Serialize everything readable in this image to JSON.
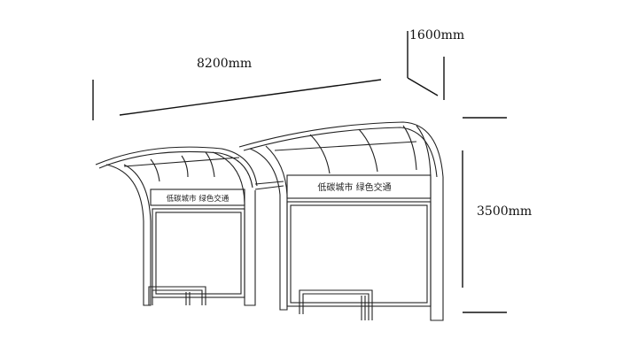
{
  "dimensions": {
    "length": "8200mm",
    "depth": "1600mm",
    "height": "3500mm"
  },
  "signs": {
    "left": "低碳城市  绿色交通",
    "right": "低碳城市  绿色交通"
  }
}
